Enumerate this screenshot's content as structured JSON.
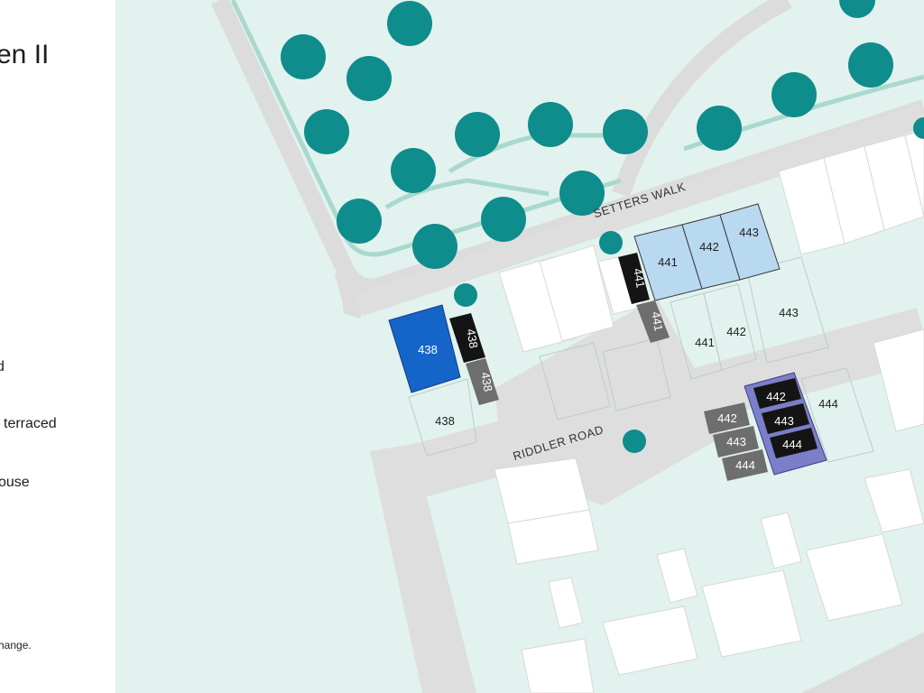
{
  "legend": {
    "title": "en II",
    "items": [
      "d",
      "terraced",
      "ouse"
    ],
    "footnote": "hange."
  },
  "roads": {
    "setters_walk": "SETTERS WALK",
    "riddler_road": "RIDDLER ROAD"
  },
  "plots": {
    "highlight_438": "438",
    "garage_438_a": "438",
    "garage_438_b": "438",
    "garden_438": "438",
    "block_441": "441",
    "block_442": "442",
    "block_443": "443",
    "garage_441_a": "441",
    "garage_441_b": "441",
    "garden_441": "441",
    "garden_442": "442",
    "garden_443": "443",
    "garden_444": "444",
    "apt_442": "442",
    "apt_443": "443",
    "apt_444": "444",
    "parking_442": "442",
    "parking_443": "443",
    "parking_444": "444"
  },
  "colors": {
    "background": "#ffffff",
    "map_ground": "#e2f2ee",
    "road": "#dfdfdf",
    "path_green": "#a9d9cd",
    "tree": "#0f8c8c",
    "plot_highlight": "#1565c8",
    "plot_light_blue": "#b9d9f0",
    "garage_black": "#141414",
    "garage_grey": "#6e6e6e",
    "apartment_purple": "#7b7ec8",
    "text_dark": "#1d1d1d"
  }
}
